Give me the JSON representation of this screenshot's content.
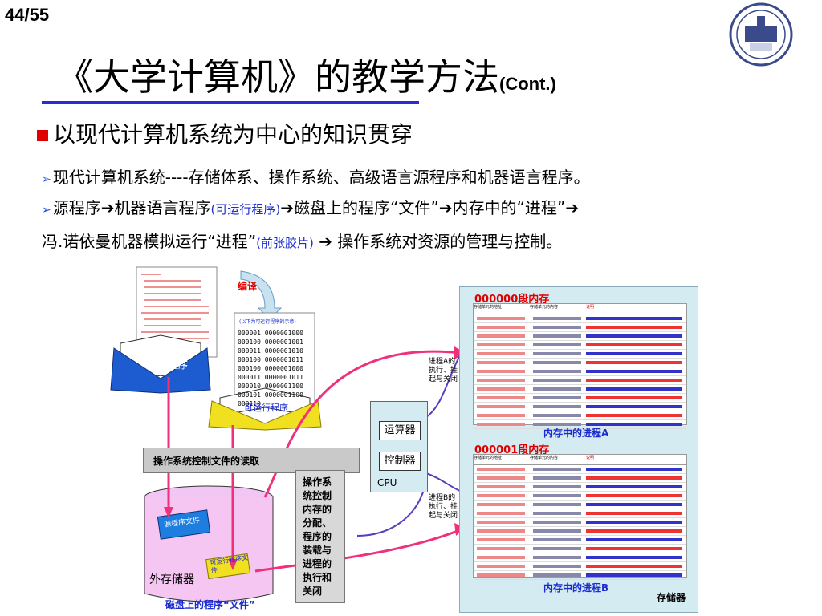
{
  "slide": {
    "page_number": "44/55",
    "title_main": "《大学计算机》的教学方法",
    "title_suffix": "(Cont.)",
    "subheading": "以现代计算机系统为中心的知识贯穿",
    "line1": "现代计算机系统----存储体系、操作系统、高级语言源程序和机器语言程序。",
    "line2_parts": {
      "p1": "源程序",
      "p2": "机器语言程序",
      "p2_note": "(可运行程序)",
      "p3": "磁盘上的程序“文件”",
      "p4": "内存中的“进程”"
    },
    "line3_parts": {
      "p1": "冯.诺依曼机器模拟运行“进程”",
      "p1_note": "(前张胶片)",
      "p2": "操作系统对资源的管理与控制。"
    }
  },
  "diagram": {
    "compile_label": "编译",
    "source_book_label": "源程序",
    "exec_book_label": "可运行程序",
    "exec_book_header": "(以下为可运行程序的示意)",
    "binary_rows": [
      [
        "000001",
        "0000001000"
      ],
      [
        "000100",
        "0000001001"
      ],
      [
        "000011",
        "0000001010"
      ],
      [
        "000100",
        "0000001011"
      ],
      [
        "000100",
        "0000001000"
      ],
      [
        "000011",
        "0000001011"
      ],
      [
        "000010",
        "0000001100"
      ],
      [
        "000101",
        "0000001100"
      ],
      [
        "000110",
        ""
      ]
    ],
    "ctrl_read_label": "操作系统控制文件的读取",
    "ctrl_manage_label": "操作系统控制内存的分配、程序的装载与进程的执行和关闭",
    "disk_label": "外存储器",
    "disk_caption": "磁盘上的程序“文件”",
    "disk_source_file": "源程序文件",
    "disk_exec_file": "可运行程序文件",
    "cpu": {
      "alu": "运算器",
      "control": "控制器",
      "label": "CPU"
    },
    "note_a": "进程A的执行、挂起与关闭",
    "note_b": "进程B的执行、挂起与关闭",
    "seg_a_title": "000000段内存",
    "seg_b_title": "000001段内存",
    "proc_a_caption": "内存中的进程A",
    "proc_b_caption": "内存中的进程B",
    "memory_label": "存储器",
    "mem_cols": [
      "存储单元的地址",
      "存储单元的内容",
      "说明"
    ]
  },
  "colors": {
    "accent_blue": "#1a2cd0",
    "accent_red": "#e00000",
    "arrow_pink": "#f0307a",
    "panel_bg": "#d5ebf2"
  }
}
